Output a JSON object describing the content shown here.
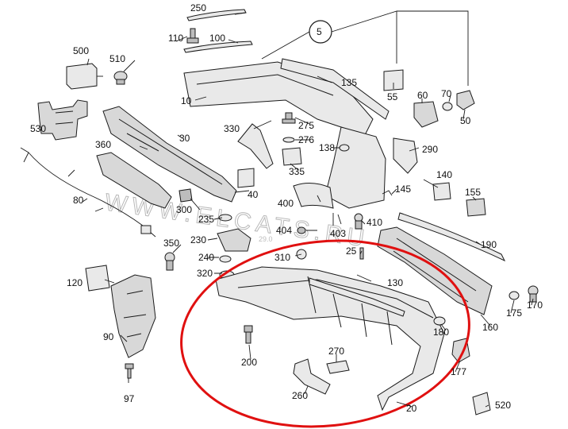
{
  "watermark": {
    "text": "WWW.ELCATS.RU",
    "code": "29.0"
  },
  "colors": {
    "highlight": "#e01010",
    "line": "#1a1a1a",
    "part_fill": "#d8d8d8"
  },
  "callouts": {
    "c5": "5",
    "c10": "10",
    "c20": "20",
    "c25": "25",
    "c30": "30",
    "c40": "40",
    "c50": "50",
    "c55": "55",
    "c60": "60",
    "c70": "70",
    "c80": "80",
    "c90": "90",
    "c97": "97",
    "c100": "100",
    "c110": "110",
    "c120": "120",
    "c130": "130",
    "c135": "135",
    "c138": "138",
    "c140": "140",
    "c145": "145",
    "c155": "155",
    "c160": "160",
    "c170": "170",
    "c175": "175",
    "c177": "177",
    "c180": "180",
    "c190": "190",
    "c200": "200",
    "c230": "230",
    "c235": "235",
    "c240": "240",
    "c250": "250",
    "c260": "260",
    "c270": "270",
    "c275": "275",
    "c276": "276",
    "c290": "290",
    "c300": "300",
    "c310": "310",
    "c320": "320",
    "c330": "330",
    "c335": "335",
    "c350": "350",
    "c360": "360",
    "c400": "400",
    "c403": "403",
    "c404": "404",
    "c410": "410",
    "c500": "500",
    "c510": "510",
    "c520": "520",
    "c530": "530"
  }
}
